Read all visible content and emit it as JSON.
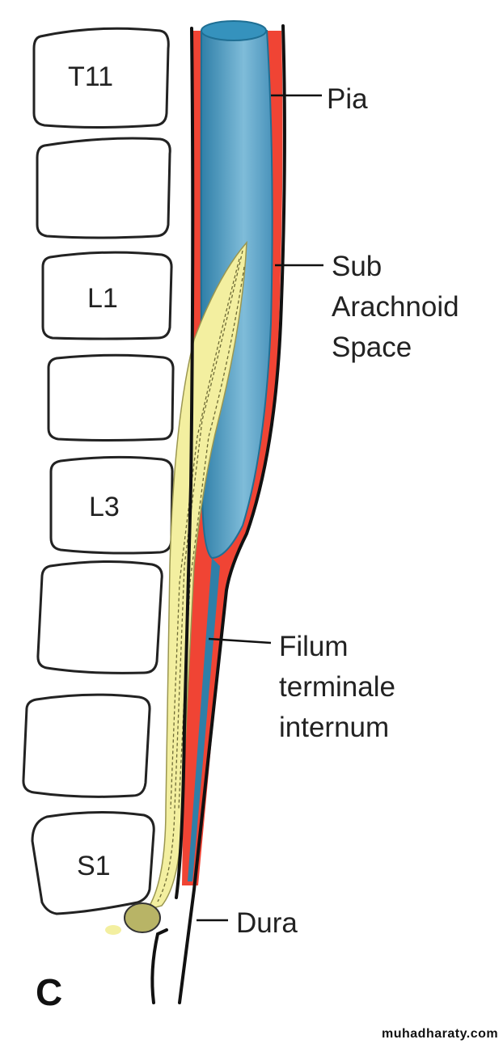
{
  "vertebrae": [
    "T11",
    "",
    "L1",
    "",
    "L3",
    "",
    "",
    "S1"
  ],
  "labels": {
    "pia": "Pia",
    "sub_arachnoid": [
      "Sub",
      "Arachnoid",
      "Space"
    ],
    "filum": [
      "Filum",
      "terminale",
      "internum"
    ],
    "dura": "Dura"
  },
  "figure_letter": "C",
  "watermark": "muhadharaty.com",
  "colors": {
    "cord": "#3d8fb8",
    "pia": "#f04434",
    "cauda": "#f3efa0",
    "ganglion": "#b8b466"
  }
}
